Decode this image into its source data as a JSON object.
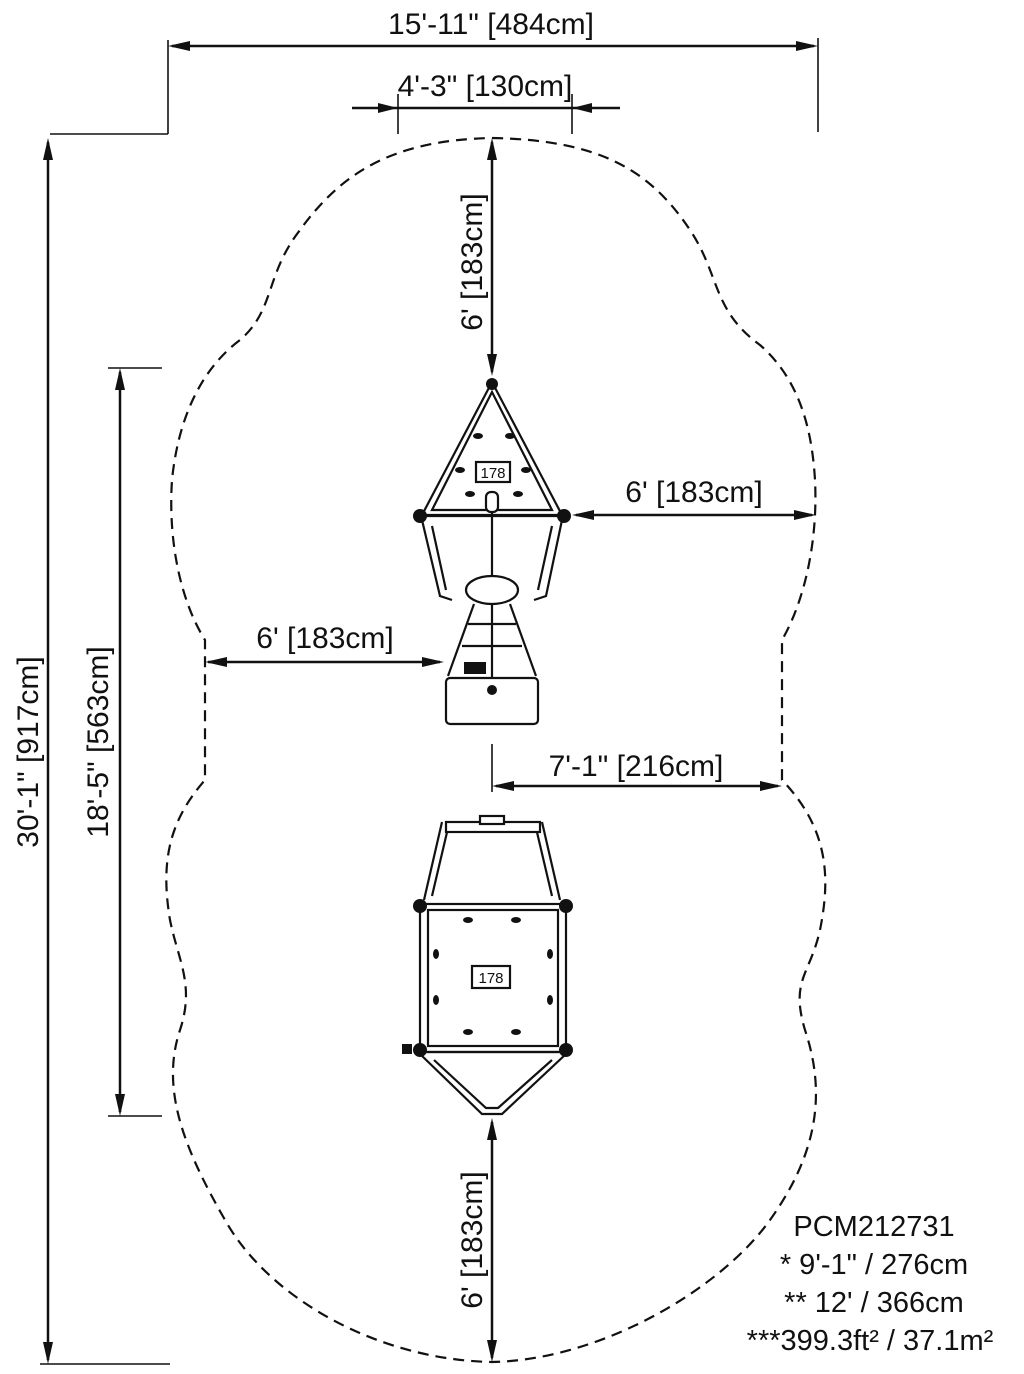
{
  "dimensions": {
    "overall_width": "15'-11\" [484cm]",
    "top_width": "4'-3\" [130cm]",
    "overall_length": "30'-1\" [917cm]",
    "equipment_length": "18'-5\" [563cm]",
    "top_clearance": "6' [183cm]",
    "right_clearance": "6' [183cm]",
    "left_clearance": "6' [183cm]",
    "mid_clearance": "7'-1\" [216cm]",
    "bottom_clearance": "6' [183cm]"
  },
  "equipment": {
    "upper_tag": "178",
    "lower_tag": "178"
  },
  "info": {
    "model": "PCM212731",
    "line1": "* 9'-1\" / 276cm",
    "line2": "** 12' / 366cm",
    "line3": "***399.3ft² / 37.1m²"
  }
}
